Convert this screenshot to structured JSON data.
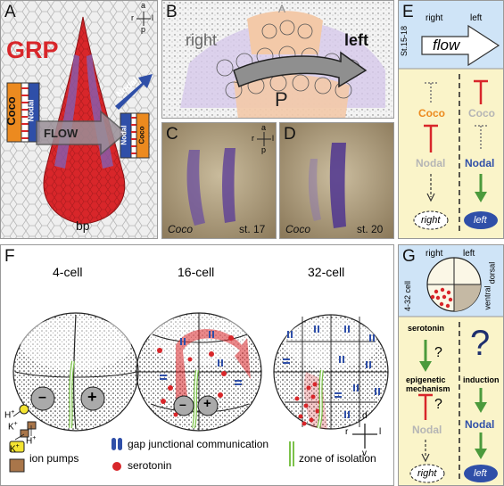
{
  "panelA": {
    "letter": "A",
    "grp": "GRP",
    "coco": "Coco",
    "nodal": "Nodal",
    "flow": "FLOW",
    "nodal_arrow": "Nodal",
    "bp": "bp",
    "compass": {
      "a": "a",
      "p": "p",
      "r": "r",
      "l": "l"
    }
  },
  "panelB": {
    "letter": "B",
    "right": "right",
    "left": "left",
    "A": "A",
    "P": "P"
  },
  "panelC": {
    "letter": "C",
    "gene": "Coco",
    "stage": "st. 17",
    "compass": {
      "a": "a",
      "p": "p",
      "r": "r",
      "l": "l"
    }
  },
  "panelD": {
    "letter": "D",
    "gene": "Coco",
    "stage": "st. 20"
  },
  "panelE": {
    "letter": "E",
    "right": "right",
    "left": "left",
    "stage": "St.15-18",
    "flow": "flow",
    "coco_r": "Coco",
    "nodal_r": "Nodal",
    "outcome_r": "right",
    "coco_l": "Coco",
    "nodal_l": "Nodal",
    "outcome_l": "left"
  },
  "panelF": {
    "letter": "F",
    "cell4": "4-cell",
    "cell16": "16-cell",
    "cell32": "32-cell",
    "minus": "–",
    "plus": "+",
    "h": "H",
    "k": "K",
    "plus_sup": "+",
    "legend": {
      "ion_pumps": "ion pumps",
      "gap": "gap junctional communication",
      "serotonin": "serotonin",
      "zone": "zone of isolation"
    },
    "compass": {
      "d": "d",
      "v": "v",
      "r": "r",
      "l": "l"
    }
  },
  "panelG": {
    "letter": "G",
    "right": "right",
    "left": "left",
    "cell": "4-32 cell",
    "ventral": "ventral",
    "dorsal": "dorsal",
    "serotonin": "serotonin",
    "epigenetic": "epigenetic",
    "mechanism": "mechanism",
    "nodal_r": "Nodal",
    "outcome_r": "right",
    "q1": "?",
    "q2": "?",
    "q3": "?",
    "induction": "induction",
    "nodal_l": "Nodal",
    "outcome_l": "left"
  },
  "colors": {
    "red": "#d8262a",
    "blue": "#2f4fa8",
    "orange": "#ec8a1f",
    "green": "#4b9a3c",
    "lightblue": "#cfe4f7",
    "cream": "#faf4c9",
    "gray": "#b5b5b5"
  }
}
